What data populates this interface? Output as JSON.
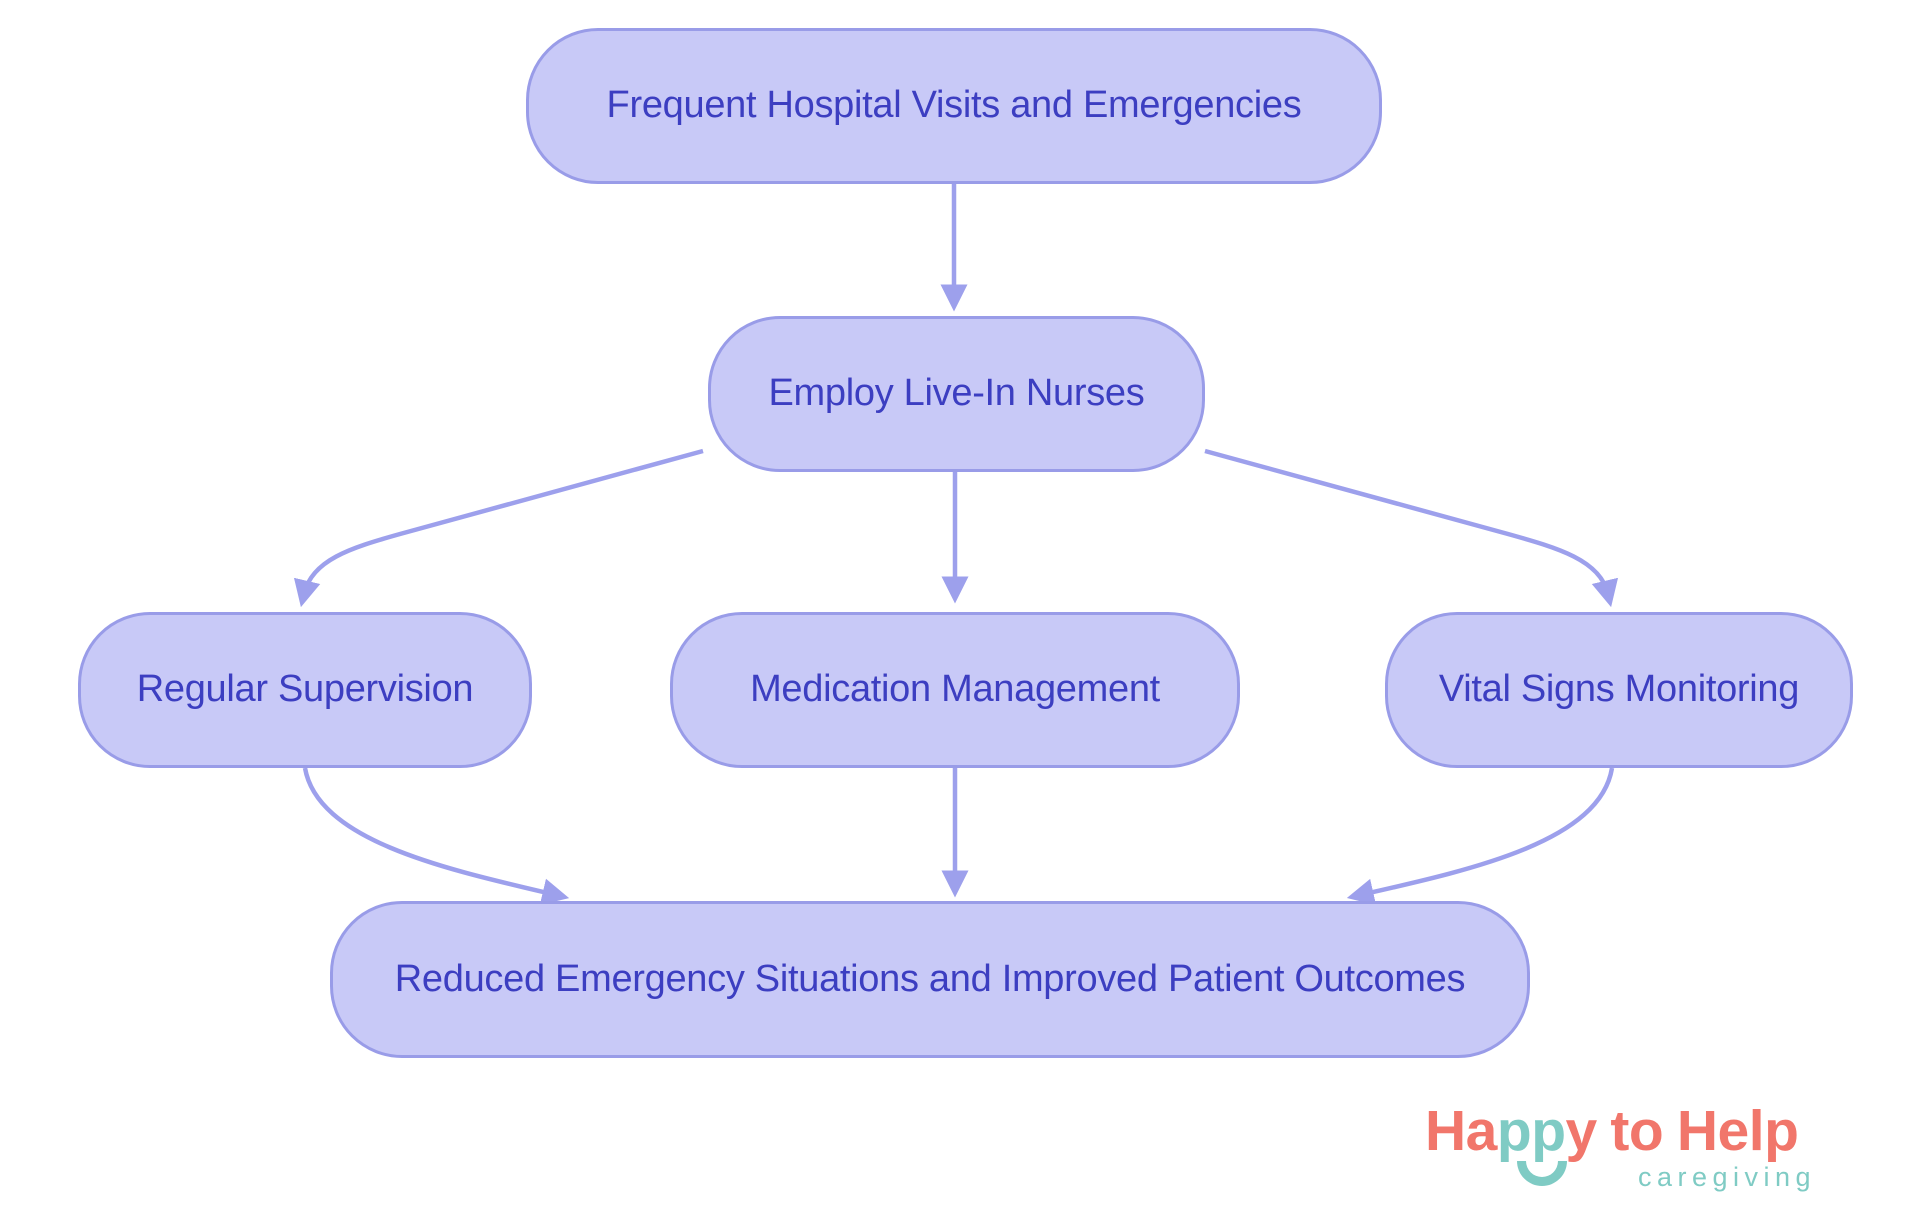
{
  "diagram": {
    "nodes": [
      {
        "id": "start",
        "label": "Frequent Hospital Visits and Emergencies"
      },
      {
        "id": "action",
        "label": "Employ Live-In Nurses"
      },
      {
        "id": "supervision",
        "label": "Regular Supervision"
      },
      {
        "id": "medication",
        "label": "Medication Management"
      },
      {
        "id": "vitals",
        "label": "Vital Signs Monitoring"
      },
      {
        "id": "outcome",
        "label": "Reduced Emergency Situations and Improved Patient Outcomes"
      }
    ],
    "edges": [
      {
        "from": "start",
        "to": "action"
      },
      {
        "from": "action",
        "to": "supervision"
      },
      {
        "from": "action",
        "to": "medication"
      },
      {
        "from": "action",
        "to": "vitals"
      },
      {
        "from": "supervision",
        "to": "outcome"
      },
      {
        "from": "medication",
        "to": "outcome"
      },
      {
        "from": "vitals",
        "to": "outcome"
      }
    ],
    "colors": {
      "node_fill": "#c8c9f7",
      "node_border": "#999ce8",
      "node_text": "#3c3ec1",
      "arrow": "#9da0ec"
    }
  },
  "logo": {
    "brand_part1": "Ha",
    "brand_part2": "pp",
    "brand_part3": "y",
    "brand_part4": "to",
    "brand_part5": "Help",
    "tagline": "caregiving",
    "colors": {
      "coral": "#f1766b",
      "teal": "#7fcbc4"
    }
  }
}
